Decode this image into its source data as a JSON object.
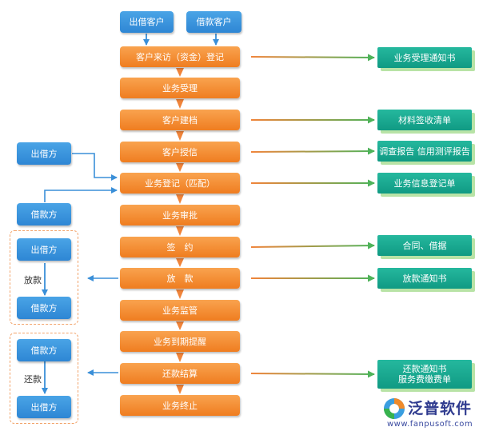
{
  "lenders_top": [
    "出借客户",
    "借款客户"
  ],
  "steps": [
    "客户来访（资金）登记",
    "业务受理",
    "客户建档",
    "客户授信",
    "业务登记（匹配）",
    "业务审批",
    "签　约",
    "放　款",
    "业务监管",
    "业务到期提醒",
    "还款结算",
    "业务终止"
  ],
  "documents": [
    "业务受理通知书",
    "材料签收清单",
    "调查报告 信用测评报告",
    "业务信息登记单",
    "合同、借据",
    "放款通知书",
    "还款通知书\n服务费缴费单"
  ],
  "left_parties": {
    "lender": "出借方",
    "borrower": "借款方"
  },
  "disburse_group": {
    "from": "出借方",
    "to": "借款方",
    "label": "放款"
  },
  "repay_group": {
    "from": "借款方",
    "to": "出借方",
    "label": "还款"
  },
  "logo": {
    "name": "泛普软件",
    "url": "www.fanpusoft.com"
  },
  "colors": {
    "process": "#ef7d20",
    "party": "#2e86d4",
    "document": "#109a83",
    "arrow_orange": "#f0843a",
    "arrow_blue": "#3a8fd8",
    "arrow_green": "#4fb35a"
  }
}
